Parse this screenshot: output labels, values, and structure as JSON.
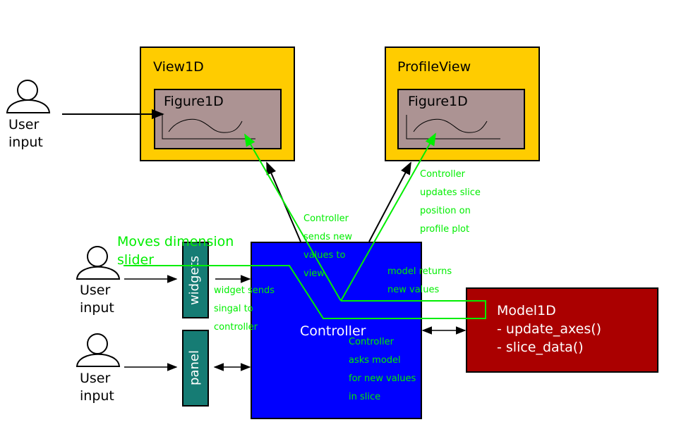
{
  "views": {
    "view1d": {
      "title": "View1D",
      "figure": "Figure1D"
    },
    "profile": {
      "title": "ProfileView",
      "figure": "Figure1D"
    }
  },
  "users": {
    "top": {
      "line1": "User",
      "line2": "input"
    },
    "middle": {
      "line1": "User",
      "line2": "input"
    },
    "bottom": {
      "line1": "User",
      "line2": "input"
    }
  },
  "widgets": {
    "label": "widgets"
  },
  "panel": {
    "label": "panel"
  },
  "controller": {
    "label": "Controller"
  },
  "model": {
    "title": "Model1D",
    "method1": "- update_axes()",
    "method2": "- slice_data()"
  },
  "annotations": {
    "moves_slider": {
      "line1": "Moves dimension",
      "line2": "slider"
    },
    "sends_new_values": {
      "line1": "Controller",
      "line2": "sends new",
      "line3": "values to",
      "line4": "view"
    },
    "updates_slice": {
      "line1": "Controller",
      "line2": "updates slice",
      "line3": "position on",
      "line4": "profile plot"
    },
    "model_returns": {
      "line1": "model returns",
      "line2": "new values"
    },
    "widget_sends": {
      "line1": "widget sends",
      "line2": "singal to",
      "line3": "controller"
    },
    "asks_model": {
      "line1": "Controller",
      "line2": "asks model",
      "line3": "for new values",
      "line4": "in slice"
    }
  },
  "colors": {
    "view_fill": "#ffcc00",
    "figure_fill": "#ac9393",
    "controller_fill": "#0000ff",
    "model_fill": "#aa0000",
    "widget_fill": "#167c74",
    "annotation_green": "#00ee00"
  }
}
